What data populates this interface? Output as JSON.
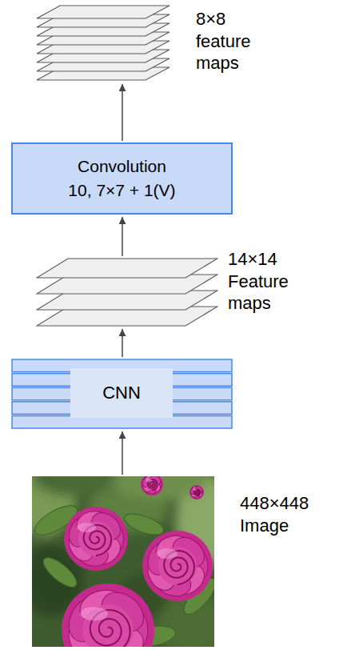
{
  "diagram": {
    "nodes": [
      {
        "text": [
          "8×8 feature maps"
        ]
      },
      {
        "text": [
          "Convolution",
          "10, 7×7 + 1(V)"
        ]
      },
      {
        "text": [
          "14×14 Feature maps"
        ]
      },
      {
        "text": [
          "CNN"
        ]
      },
      {
        "text": [
          "448×448 Image"
        ]
      }
    ],
    "edges": [
      {
        "from": 4,
        "to": 3,
        "arrow": "to"
      },
      {
        "from": 3,
        "to": 2,
        "arrow": "to"
      },
      {
        "from": 2,
        "to": 1,
        "arrow": "to"
      },
      {
        "from": 1,
        "to": 0,
        "arrow": "to"
      }
    ]
  }
}
